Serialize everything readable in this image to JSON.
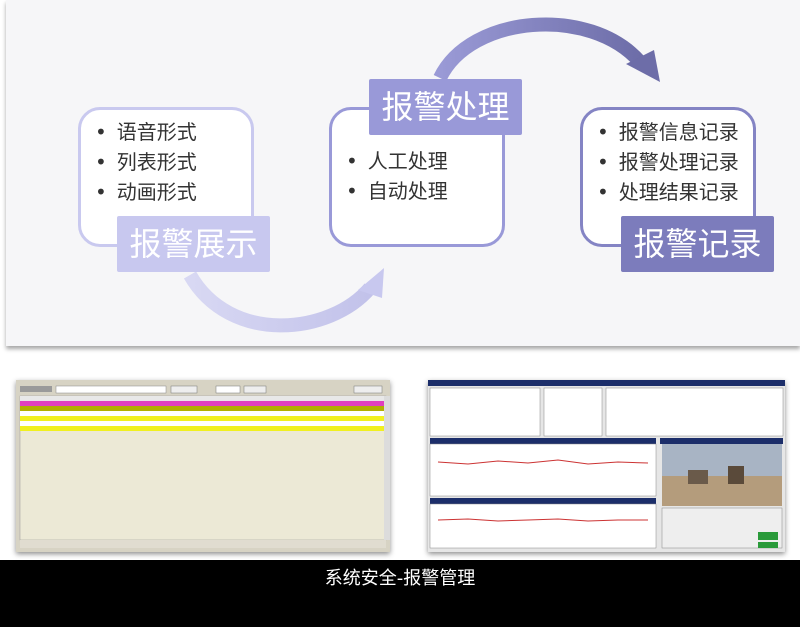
{
  "diagram": {
    "stage1": {
      "title": "报警展示",
      "items": [
        "语音形式",
        "列表形式",
        "动画形式"
      ]
    },
    "stage2": {
      "title": "报警处理",
      "items": [
        "人工处理",
        "自动处理"
      ]
    },
    "stage3": {
      "title": "报警记录",
      "items": [
        "报警信息记录",
        "报警处理记录",
        "处理结果记录"
      ]
    },
    "colors": {
      "stage1": "#c8c8ef",
      "stage2": "#9999d8",
      "stage3": "#7c7cbc"
    }
  },
  "caption": "系统安全-报警管理"
}
